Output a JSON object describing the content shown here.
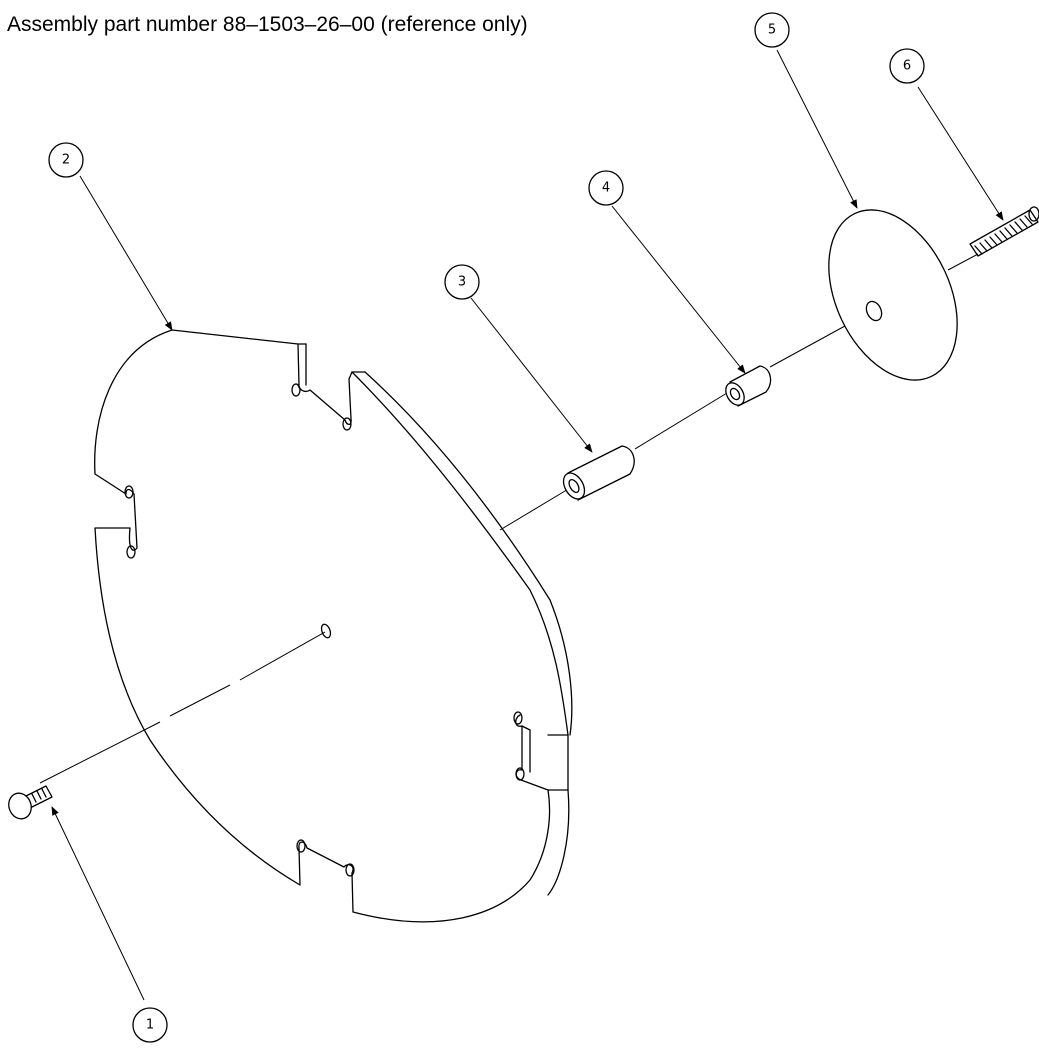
{
  "title": "Assembly part number 88–1503–26–00 (reference only)",
  "callouts": [
    {
      "id": "callout-1",
      "label": "1",
      "part": "screw-icon"
    },
    {
      "id": "callout-2",
      "label": "2",
      "part": "slotted-disc-icon"
    },
    {
      "id": "callout-3",
      "label": "3",
      "part": "long-spacer-icon"
    },
    {
      "id": "callout-4",
      "label": "4",
      "part": "short-spacer-icon"
    },
    {
      "id": "callout-5",
      "label": "5",
      "part": "washer-disc-icon"
    },
    {
      "id": "callout-6",
      "label": "6",
      "part": "threaded-rod-icon"
    }
  ]
}
